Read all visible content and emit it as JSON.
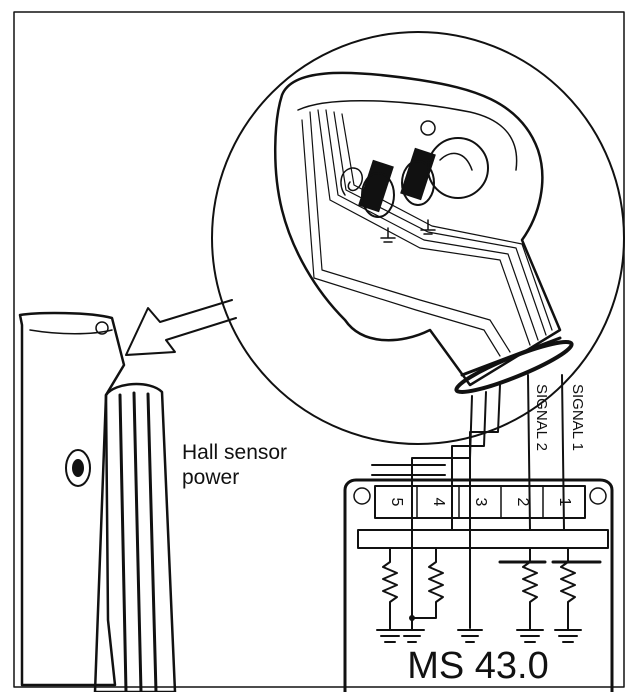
{
  "labels": {
    "hall_sensor": "Hall sensor",
    "power": "power",
    "signal_1": "SIGNAL 1",
    "signal_2": "SIGNAL 2",
    "module": "MS 43.0"
  },
  "pins": [
    "5",
    "4",
    "3",
    "2",
    "1"
  ],
  "colors": {
    "line": "#111111",
    "background": "#ffffff"
  }
}
